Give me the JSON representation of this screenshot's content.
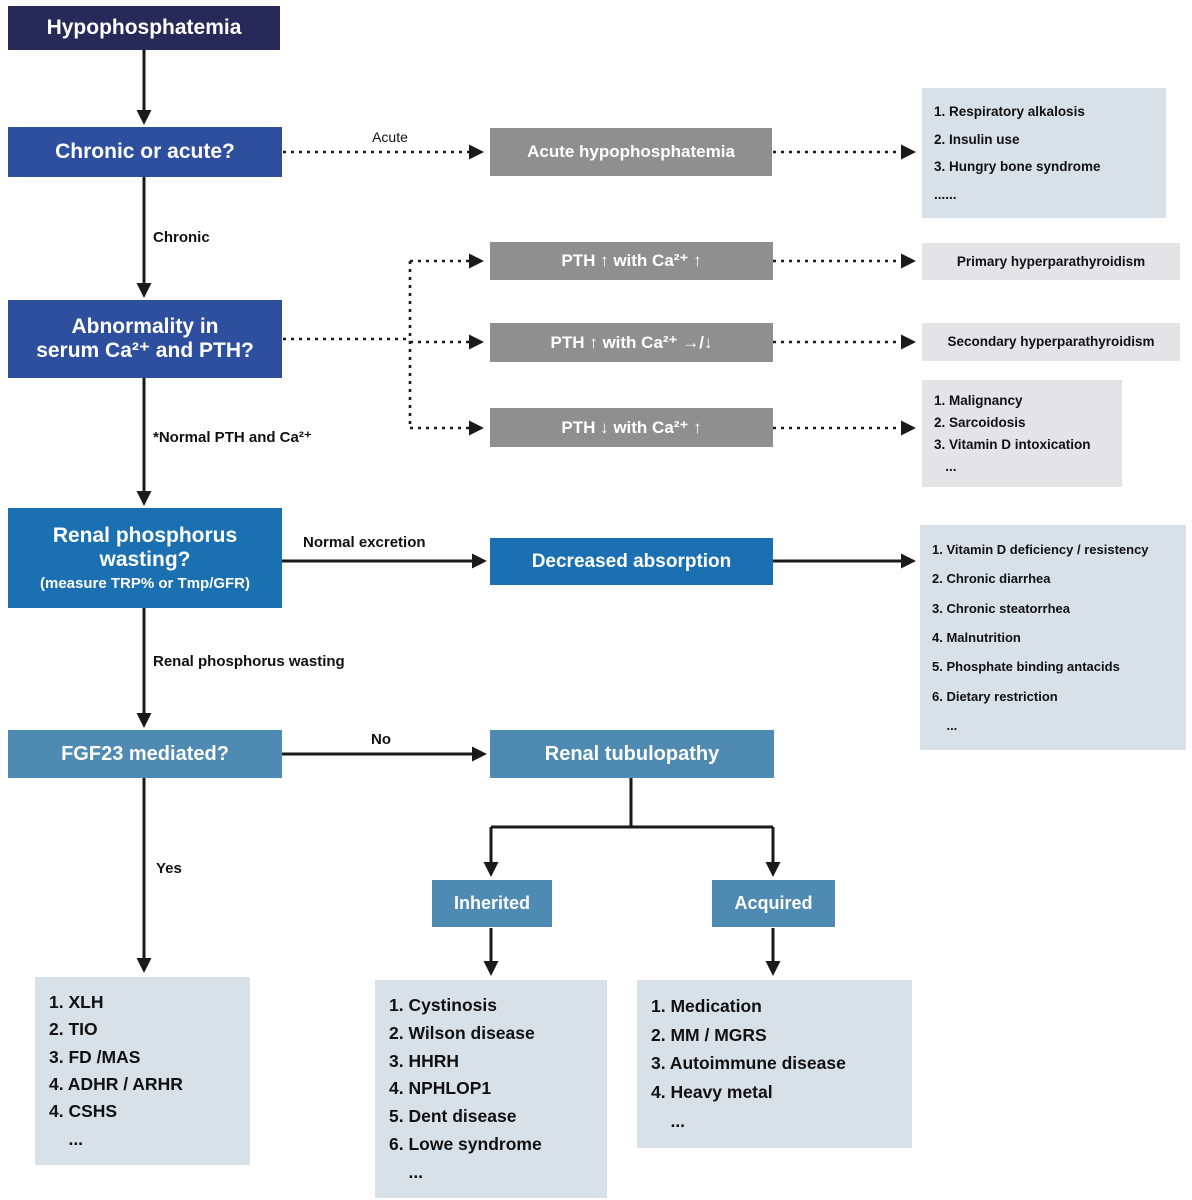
{
  "title": "Hypophosphatemia diagnostic flowchart",
  "colors": {
    "navy": "#272a58",
    "royal_blue": "#2e4e9e",
    "medium_blue": "#1b70b2",
    "steel_blue": "#4e8ab1",
    "gray": "#8f8f8f",
    "light_gray": "#e4e4e6",
    "light_blue_gray": "#d9e1e8",
    "arrow": "#1a1a1a"
  },
  "nodes": {
    "hypophosphatemia": {
      "label": "Hypophosphatemia"
    },
    "chronic_or_acute": {
      "label": "Chronic or acute?"
    },
    "acute_hypophosphatemia": {
      "label": "Acute hypophosphatemia"
    },
    "acute_causes": {
      "items": [
        "1. Respiratory alkalosis",
        "2. Insulin use",
        "3. Hungry bone syndrome",
        "......"
      ]
    },
    "abnormality": {
      "line1": "Abnormality in",
      "line2": "serum Ca²⁺  and PTH?"
    },
    "pth_high_ca_high": {
      "label": "PTH ↑ with Ca²⁺ ↑"
    },
    "primary_hyperparathyroidism": {
      "label": "Primary hyperparathyroidism"
    },
    "pth_high_ca_normal_low": {
      "label": "PTH ↑ with Ca²⁺ →/↓"
    },
    "secondary_hyperparathyroidism": {
      "label": "Secondary hyperparathyroidism"
    },
    "pth_low_ca_high": {
      "label": "PTH ↓ with Ca²⁺ ↑"
    },
    "pth_low_causes": {
      "items": [
        "1. Malignancy",
        "2. Sarcoidosis",
        "3. Vitamin D intoxication",
        "   ..."
      ]
    },
    "renal_wasting": {
      "line1": "Renal phosphorus",
      "line2": "wasting?",
      "line3": "(measure TRP% or Tmp/GFR)"
    },
    "decreased_absorption": {
      "label": "Decreased absorption"
    },
    "absorption_causes": {
      "items": [
        "1. Vitamin D deficiency / resistency",
        "2. Chronic diarrhea",
        "3. Chronic steatorrhea",
        "4. Malnutrition",
        "5. Phosphate binding antacids",
        "6. Dietary restriction",
        "    ..."
      ]
    },
    "fgf23": {
      "label": "FGF23 mediated?"
    },
    "renal_tubulopathy": {
      "label": "Renal tubulopathy"
    },
    "inherited": {
      "label": "Inherited"
    },
    "acquired": {
      "label": "Acquired"
    },
    "fgf23_causes": {
      "items": [
        "1. XLH",
        "2. TIO",
        "3. FD /MAS",
        "4. ADHR / ARHR",
        "4. CSHS",
        "    ..."
      ]
    },
    "inherited_causes": {
      "items": [
        "1. Cystinosis",
        "2. Wilson disease",
        "3. HHRH",
        "4. NPHLOP1",
        "5. Dent disease",
        "6. Lowe syndrome",
        "    ..."
      ]
    },
    "acquired_causes": {
      "items": [
        "1. Medication",
        "2. MM / MGRS",
        "3. Autoimmune disease",
        "4. Heavy metal",
        "    ..."
      ]
    }
  },
  "edges": {
    "acute": "Acute",
    "chronic": "Chronic",
    "normal_pth_ca": "*Normal PTH and Ca²⁺",
    "normal_excretion": "Normal excretion",
    "renal_phosphorus_wasting": "Renal phosphorus wasting",
    "no": "No",
    "yes": "Yes"
  }
}
